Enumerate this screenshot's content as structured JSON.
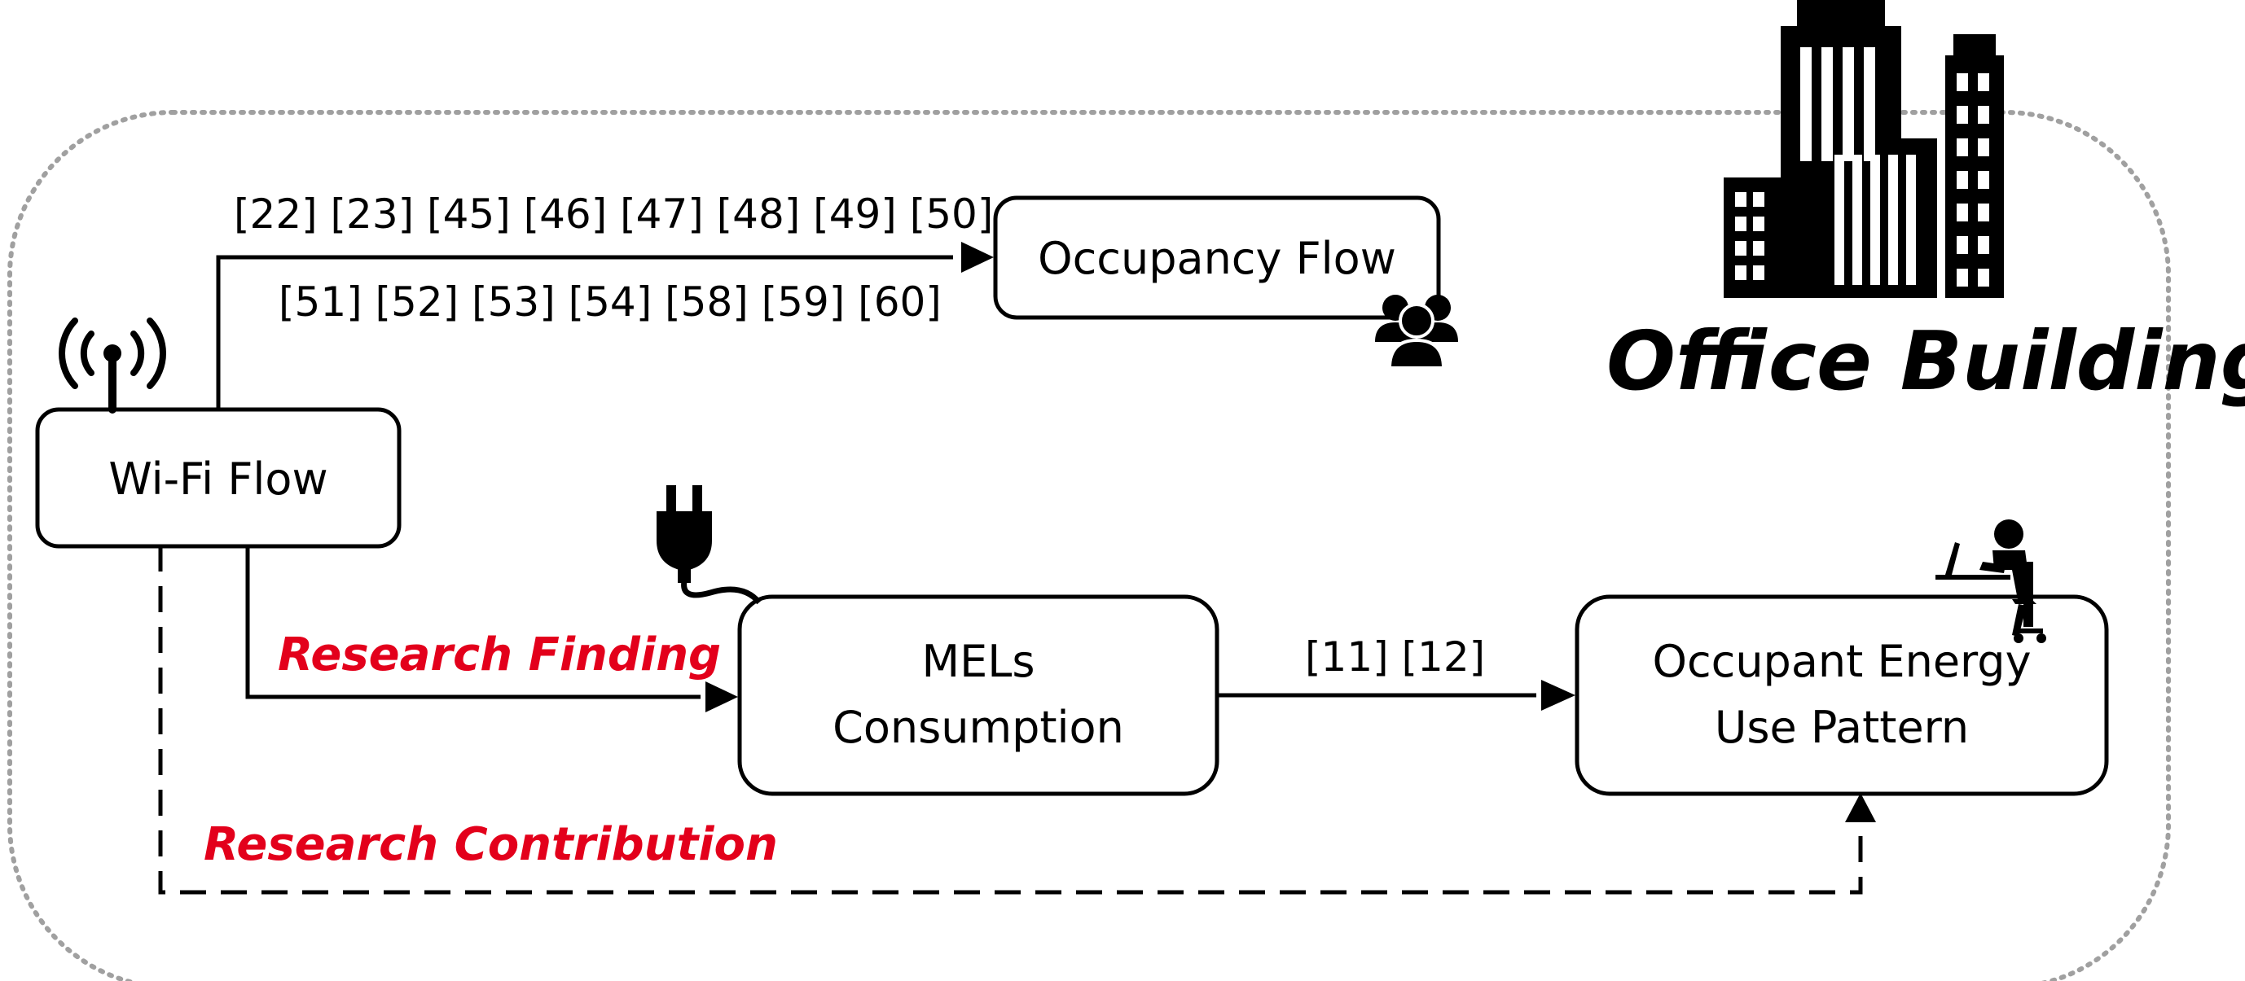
{
  "title": "Office Buildings",
  "nodes": {
    "wifi": "Wi-Fi Flow",
    "occupancy": "Occupancy Flow",
    "mels_line1": "MELs",
    "mels_line2": "Consumption",
    "energy_line1": "Occupant Energy",
    "energy_line2": "Use Pattern"
  },
  "edges": {
    "wifi_to_occupancy_refs_line1": "[22] [23] [45] [46] [47] [48] [49] [50]",
    "wifi_to_occupancy_refs_line2": "[51] [52] [53] [54] [58] [59] [60]",
    "mels_to_energy_refs": "[11] [12]",
    "research_finding": "Research Finding",
    "research_contribution": "Research Contribution"
  },
  "colors": {
    "highlight": "#e3001b",
    "line": "#000000",
    "border_dotted": "#a0a0a0"
  },
  "icons": [
    "wifi-antenna-icon",
    "office-buildings-icon",
    "people-group-icon",
    "power-plug-icon",
    "person-at-laptop-icon"
  ]
}
